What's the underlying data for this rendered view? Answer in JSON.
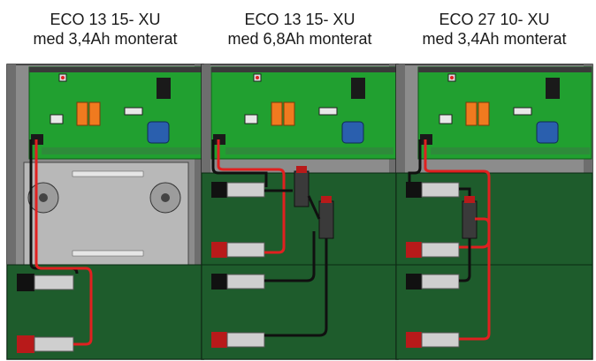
{
  "panels": [
    {
      "title": "ECO 13 15- XU",
      "subtitle": "med 3,4Ah monterat",
      "battery": "3,4Ah",
      "variant": "single-3.4"
    },
    {
      "title": "ECO 13 15- XU",
      "subtitle": "med 6,8Ah monterat",
      "battery": "6,8Ah",
      "variant": "double-6.8"
    },
    {
      "title": "ECO 27 10- XU",
      "subtitle": "med 3,4Ah monterat",
      "battery": "3,4Ah",
      "variant": "series-27"
    }
  ],
  "colors": {
    "pcb": "#21a030",
    "battery": "#1e5c2c",
    "housing": "#9a9a9a",
    "wire_red": "#e02020",
    "wire_black": "#101010",
    "relay": "#f07a1f",
    "trimmer": "#2a5fae"
  }
}
